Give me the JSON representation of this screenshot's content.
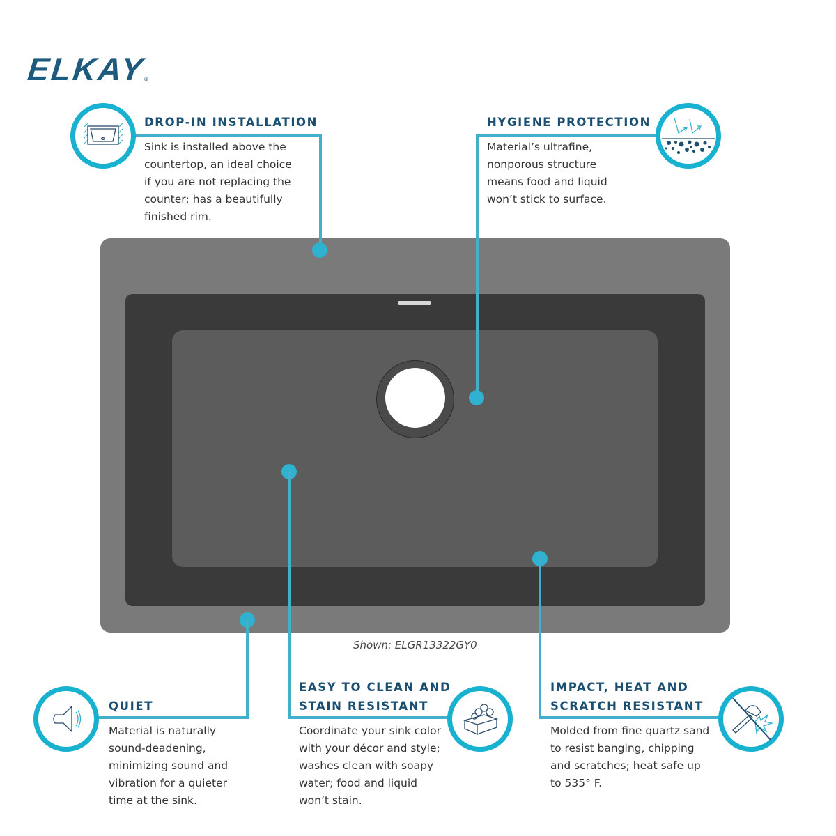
{
  "brand": {
    "logo_text": "ELKAY",
    "registered_mark": "®",
    "color": "#1d5a7e"
  },
  "accent_color": "#18b1cf",
  "product": {
    "caption": "Shown: ELGR13322GY0",
    "sink_color": "#7a7a7a"
  },
  "features": [
    {
      "id": "drop-in",
      "icon": "drop-in-sink-icon",
      "heading": "DROP-IN INSTALLATION",
      "lines": [
        "Sink is installed above the",
        "countertop, an ideal choice",
        "if you are not replacing the",
        "counter; has a beautifully",
        "finished rim."
      ]
    },
    {
      "id": "hygiene",
      "icon": "nonporous-surface-icon",
      "heading": "HYGIENE PROTECTION",
      "lines": [
        "Material’s ultrafine,",
        "nonporous structure",
        "means food and liquid",
        "won’t stick to surface."
      ]
    },
    {
      "id": "quiet",
      "icon": "speaker-icon",
      "heading": "QUIET",
      "lines": [
        "Material is naturally",
        "sound-deadening,",
        "minimizing sound and",
        "vibration for a quieter",
        "time at the sink."
      ]
    },
    {
      "id": "easy-clean",
      "icon": "soap-bar-icon",
      "heading_lines": [
        "EASY TO CLEAN AND",
        "STAIN RESISTANT"
      ],
      "lines": [
        "Coordinate your sink color",
        "with your décor and style;",
        "washes clean with soapy",
        "water; food and liquid",
        "won’t stain."
      ]
    },
    {
      "id": "impact",
      "icon": "hammer-no-damage-icon",
      "heading_lines": [
        "IMPACT, HEAT AND",
        "SCRATCH RESISTANT"
      ],
      "lines": [
        "Molded from fine quartz sand",
        "to resist banging, chipping",
        "and scratches; heat safe up",
        "to 535° F."
      ]
    }
  ]
}
